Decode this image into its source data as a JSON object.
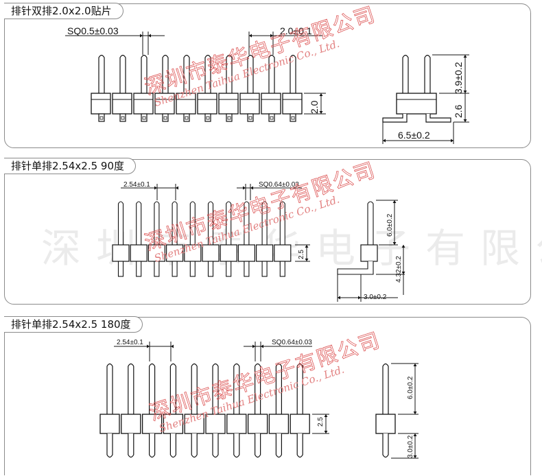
{
  "sections": [
    {
      "title": "排针双排2.0x2.0贴片",
      "labels": {
        "sq": "SQ0.5±0.03",
        "pitch": "2.0±0.1",
        "body_h": "2.0",
        "pin_top": "3.9±0.2",
        "side_h": "2.6",
        "width": "6.5±0.2"
      }
    },
    {
      "title": "排针单排2.54x2.5 90度",
      "labels": {
        "pitch": "2.54±0.1",
        "sq": "SQ0.64±0.03",
        "body_h": "2.5",
        "pin_top": "6.0±0.2",
        "side_mid": "4.32±0.2",
        "foot": "3.0±0.2"
      }
    },
    {
      "title": "排针单排2.54x2.5 180度",
      "labels": {
        "pitch": "2.54±0.1",
        "sq": "SQ0.64±0.03",
        "body_h": "2.5",
        "pin_top": "6.0±0.2",
        "pin_bottom": "3.0±0.2"
      }
    }
  ],
  "watermark": {
    "company": "深圳市泰华电子有限公司",
    "english": "Shenzhen Taihua Electronic Co., Ltd."
  }
}
